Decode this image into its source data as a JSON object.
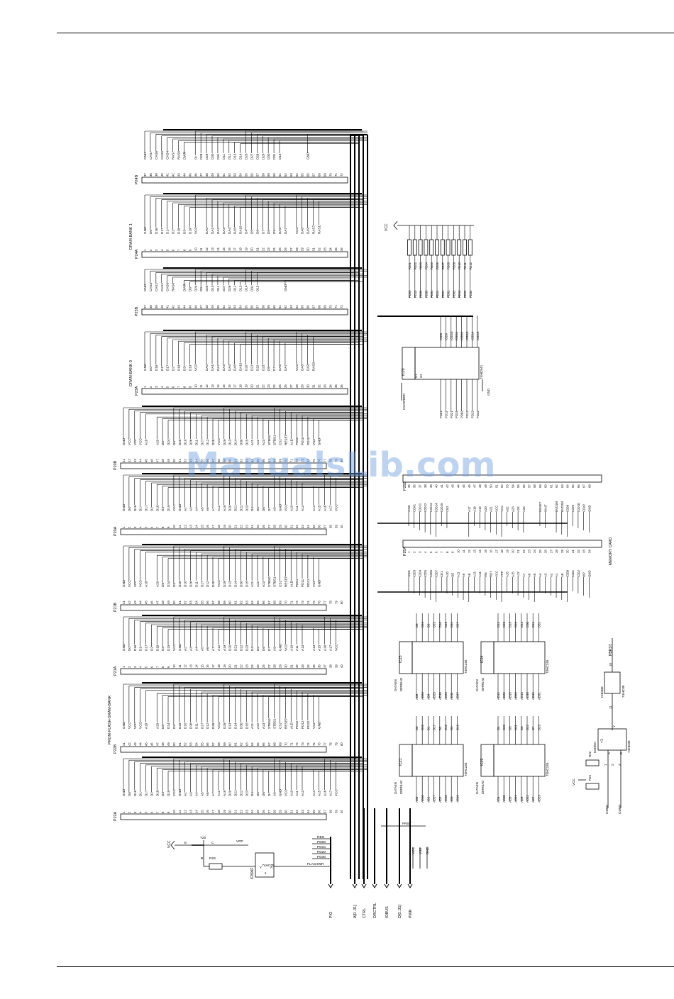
{
  "watermark": "ManualsLib.com",
  "connectors": [
    {
      "ref": "P24B",
      "first": 37,
      "last": 72,
      "signals": [
        "GND",
        "CAS7",
        "CAS6",
        "CAS5",
        "CAS4",
        "RAS7",
        "RAS6",
        "DWR",
        "",
        "DI",
        "D28",
        "D29",
        "D30",
        "D31",
        "D11",
        "D12",
        "D13",
        "D14",
        "D26",
        "D27",
        "D28",
        "D29",
        "D30",
        "D31",
        "D15",
        "",
        "",
        "",
        "",
        "GND"
      ]
    },
    {
      "ref": "P24A",
      "title": "DRAM-BANK 1",
      "first": 1,
      "last": 36,
      "signals": [
        "GND",
        "D0",
        "D16",
        "D17",
        "D1",
        "D2",
        "D18",
        "D3",
        "D19",
        "VCC",
        "",
        "DA0",
        "DA1",
        "DA2",
        "DA3",
        "DA4",
        "DA5",
        "DA10",
        "D4",
        "D5",
        "D6",
        "D7",
        "D8",
        "D9",
        "DA6",
        "DA7",
        "",
        "VCC",
        "DA8",
        "DA9",
        "RAS7",
        "RAS1"
      ]
    },
    {
      "ref": "P23B",
      "first": 37,
      "last": 72,
      "signals": [
        "GND",
        "CAS3",
        "CAS2",
        "CAS1",
        "CAS0",
        "RAS0",
        "",
        "DWR",
        "D8",
        "D24",
        "D9",
        "D25",
        "D10",
        "D11",
        "D27",
        "D26",
        "D12",
        "D13",
        "D14",
        "D31",
        "D15",
        "",
        "",
        "",
        "",
        "GND"
      ]
    },
    {
      "ref": "P23A",
      "title": "DRAM-BANK 0",
      "first": 1,
      "last": 36,
      "signals": [
        "GND",
        "D0",
        "D16",
        "D1",
        "D17",
        "D2",
        "D18",
        "D3",
        "D19",
        "VCC",
        "",
        "DA0",
        "DA1",
        "DA2",
        "DA3",
        "DA4",
        "DA5",
        "DA10",
        "D20",
        "D21",
        "D22",
        "D23",
        "D6",
        "D7",
        "DA6",
        "DA7",
        "",
        "VCC",
        "DA8",
        "DA9",
        "RAS0"
      ]
    },
    {
      "ref": "P20B",
      "first": 41,
      "last": 80,
      "signals": [
        "GND",
        "VCC",
        "VPP",
        "VCC",
        "A18",
        "",
        "A20",
        "D8",
        "D24",
        "D9",
        "D25",
        "D10",
        "D26",
        "D11",
        "D27",
        "D12",
        "D28",
        "VCC",
        "D29",
        "D13",
        "D14",
        "D30",
        "D15",
        "A21",
        "A22",
        "A23",
        "STBS0",
        "STBS1",
        "CS1",
        "RESET",
        "ALE",
        "PD00",
        "PD10",
        "PD20",
        "VS3",
        "GND"
      ]
    },
    {
      "ref": "P20A",
      "first": 1,
      "last": 40,
      "signals": [
        "GND",
        "D0",
        "D16",
        "D1",
        "D17",
        "D2",
        "D18",
        "D3",
        "D19",
        "VCC",
        "GND",
        "A2",
        "A3",
        "A4",
        "A5",
        "A6",
        "A7",
        "A12",
        "A19",
        "D20",
        "D21",
        "D22",
        "D23",
        "D4",
        "D5",
        "D6",
        "D7",
        "A9",
        "GND",
        "VCC",
        "A10",
        "A11",
        "A13",
        "",
        "A14",
        "A15",
        "A16",
        "A17",
        "VCC"
      ]
    },
    {
      "ref": "P21B",
      "first": 41,
      "last": 80,
      "signals": [
        "GND",
        "VCC",
        "VPP",
        "VCC",
        "A18",
        "",
        "A20",
        "D8",
        "D24",
        "D9",
        "D25",
        "D10",
        "D26",
        "D11",
        "D27",
        "D12",
        "D28",
        "VCC",
        "D29",
        "D13",
        "D14",
        "D30",
        "D15",
        "A21",
        "A22",
        "A23",
        "STBS0",
        "STBS1",
        "CS1",
        "RESET",
        "ALE",
        "PD01",
        "PD11",
        "PD21",
        "VS3",
        "GND"
      ]
    },
    {
      "ref": "P21A",
      "first": 1,
      "last": 40,
      "signals": [
        "GND",
        "D0",
        "D16",
        "D1",
        "D17",
        "D2",
        "D18",
        "D3",
        "D19",
        "VCC",
        "GND",
        "A2",
        "A3",
        "A4",
        "A5",
        "A6",
        "A7",
        "A12",
        "A19",
        "D20",
        "D21",
        "D22",
        "D23",
        "D4",
        "D5",
        "D6",
        "D7",
        "A9",
        "GND",
        "VCC",
        "A10",
        "A11",
        "A13",
        "",
        "A14",
        "A15",
        "A16",
        "A17",
        "VCC"
      ]
    },
    {
      "ref": "P22B",
      "title": "PROM-FLASH-SRAM-BANK",
      "first": 41,
      "last": 80,
      "signals": [
        "GND",
        "VCC",
        "VPP",
        "VCC",
        "A18",
        "",
        "A20",
        "D8",
        "D24",
        "D9",
        "D25",
        "D10",
        "D26",
        "D11",
        "D27",
        "D12",
        "D28",
        "VCC",
        "D29",
        "D13",
        "D14",
        "D30",
        "D15",
        "A21",
        "A22",
        "A23",
        "STBS0",
        "STBS1",
        "CS2",
        "RESET",
        "ALE",
        "PD02",
        "PD12",
        "PD22",
        "VS3",
        "GND"
      ]
    },
    {
      "ref": "P22A",
      "first": 1,
      "last": 40,
      "signals": [
        "GND",
        "D0",
        "D16",
        "D1",
        "D17",
        "D2",
        "D18",
        "D3",
        "D19",
        "VCC",
        "GND",
        "A2",
        "A3",
        "A4",
        "A5",
        "A6",
        "A7",
        "A12",
        "A19",
        "D20",
        "D21",
        "D22",
        "D23",
        "D4",
        "D5",
        "D6",
        "D7",
        "A9",
        "GND",
        "VCC",
        "A10",
        "A11",
        "A13",
        "",
        "A14",
        "A15",
        "A16",
        "A17",
        "VCC"
      ]
    }
  ],
  "buses": [
    "PIO",
    "A[0..31]",
    "CTRL",
    "DRCTRL",
    "IOBUS",
    "D[0..31]",
    "PWR"
  ],
  "pwr_labels": [
    "VCC",
    "VS3",
    "GND"
  ],
  "pio_labels": [
    "REG",
    "PD00",
    "PD10",
    "PD20",
    "PD30"
  ],
  "flashwr_label": "FLASHWR",
  "vpp_label": "VPP",
  "prst_label": "PRST",
  "transistor": {
    "ref": "T20",
    "vcc": "VCC",
    "e": "E",
    "b": "B",
    "c": "C",
    "resistor": "R23"
  },
  "inverter_ic6f": {
    "ref": "IC806F",
    "type": "74HC05",
    "pin_in": "13",
    "pin_out": "12",
    "a": "A",
    "y": "Y",
    "one": "1"
  },
  "ic20": {
    "ref": "IC20",
    "type": "74HC541",
    "sel": "IOCS#BRD",
    "g1": "G1",
    "g2": "G2",
    "gnd": "GND",
    "inputs": [
      "PD01",
      "PD11",
      "PD21",
      "PD31",
      "PD02",
      "PD12",
      "PD22",
      "PD32"
    ],
    "outputs": [
      "IOD8",
      "IOD9",
      "IOD10",
      "IOD11",
      "IOD12",
      "IOD13",
      "IOD14",
      "IOD15"
    ]
  },
  "resistor_array": {
    "vcc": "VCC",
    "refs": [
      "R201",
      "R202",
      "R203",
      "R204",
      "R205",
      "R206",
      "R207",
      "R208",
      "R209",
      "R210",
      "R211",
      "R212"
    ],
    "nets": [
      "PD00",
      "PD10",
      "PD20",
      "PD30",
      "PD01",
      "PD11",
      "PD21",
      "PD31",
      "PD02",
      "PD12",
      "PD22",
      "PD32"
    ]
  },
  "p25b": {
    "ref": "P25B",
    "first": 35,
    "last": 68,
    "signals": [
      "GND",
      "CD#1",
      "IOD11",
      "IOD12",
      "IOD13",
      "IOD14",
      "IOD15",
      "CE2",
      "",
      "",
      "",
      "A17",
      "A18",
      "A19",
      "A20",
      "A21",
      "VCC",
      "VCC",
      "A22",
      "A23",
      "A24",
      "A25",
      "",
      "",
      "RESET",
      "WAIT",
      "",
      "BVD1M",
      "BVD2M",
      "IOD8",
      "IOD9",
      "IOD10",
      "CD#2",
      "GND"
    ]
  },
  "p25a": {
    "ref": "P25A",
    "title": "MEMORY CARD",
    "first": 1,
    "last": 34,
    "signals": [
      "GND",
      "IOD3",
      "IOD4",
      "IOD5",
      "IOD6",
      "IOD7",
      "CE1",
      "A10",
      "OE",
      "A11",
      "A9",
      "A8",
      "A13",
      "A14",
      "WE",
      "RDY",
      "VCC",
      "VPP",
      "A16",
      "A15",
      "A12",
      "A7",
      "A6",
      "A5",
      "A4",
      "A3",
      "A2",
      "A1",
      "A0",
      "IOD0",
      "IOD1",
      "IOD2",
      "WP",
      "GND"
    ]
  },
  "buffers": [
    {
      "ref": "IC23",
      "type": "74HC245",
      "en": "DATAEN",
      "dir": "DIRREAD",
      "a": [
        "AD8",
        "AD24",
        "AD9",
        "AD25",
        "AD10",
        "AD26",
        "AD11",
        "AD27"
      ],
      "b": [
        "D8",
        "D24",
        "D9",
        "D25",
        "D10",
        "D26",
        "D11",
        "D27"
      ]
    },
    {
      "ref": "IC24",
      "type": "74HC245",
      "en": "DATAEN",
      "dir": "DIRREAD",
      "a": [
        "AD12",
        "AD28",
        "AD13",
        "AD29",
        "AD14",
        "AD30",
        "AD15",
        "AD31"
      ],
      "b": [
        "D12",
        "D28",
        "D13",
        "D29",
        "D14",
        "D30",
        "D15",
        "D31"
      ]
    },
    {
      "ref": "IC21",
      "type": "74HC245",
      "en": "DATAEN",
      "dir": "DIRREAD",
      "a": [
        "AD0",
        "AD16",
        "AD1",
        "AD17",
        "AD2",
        "AD18",
        "AD3",
        "AD19"
      ],
      "b": [
        "D0",
        "D16",
        "D1",
        "D17",
        "D2",
        "D18",
        "D3",
        "D19"
      ]
    },
    {
      "ref": "IC22",
      "type": "74HC245",
      "en": "DATAEN",
      "dir": "DIRREAD",
      "a": [
        "AD4",
        "AD20",
        "AD5",
        "AD21",
        "AD6",
        "AD22",
        "AD7",
        "AD23"
      ],
      "b": [
        "D4",
        "D20",
        "D5",
        "D21",
        "D6",
        "D22",
        "D7",
        "D23"
      ]
    }
  ],
  "ic6e": {
    "ref": "IC606E",
    "type": "74HC05",
    "pin_in": "11",
    "pin_out": "10",
    "out": "PBRST"
  },
  "ic5a": {
    "ref": "IC605A",
    "type": "74HC86",
    "sym": "=1",
    "pins": [
      "1",
      "2",
      "3"
    ],
    "a": "A",
    "b": "B",
    "y": "Y",
    "resistors": [
      "R22",
      "R21"
    ],
    "vcc": "VCC",
    "inputs": [
      "CDM1",
      "CDM2"
    ]
  }
}
